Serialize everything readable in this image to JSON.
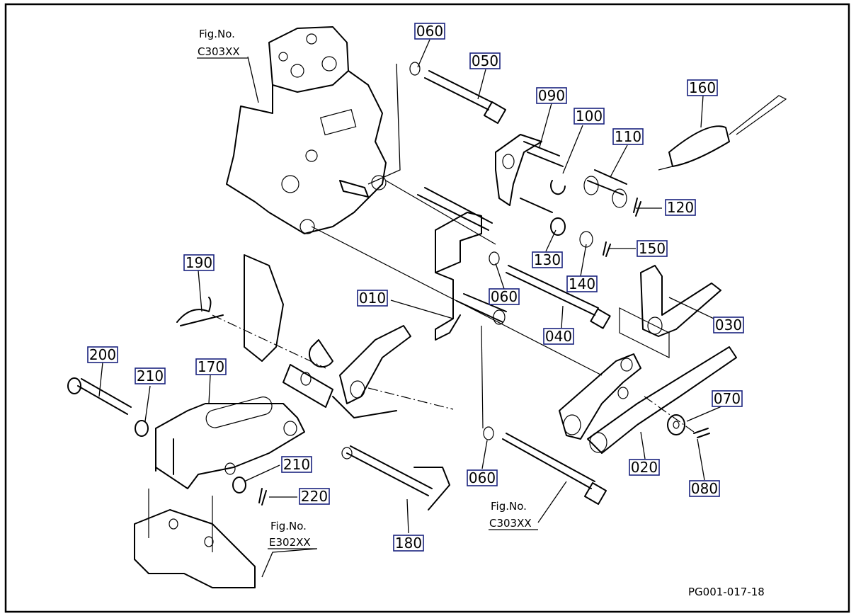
{
  "diagram": {
    "drawing_code": "PG001-017-18",
    "figure_refs": [
      {
        "line1": "Fig.No.",
        "line2": "C303XX"
      },
      {
        "line1": "Fig.No.",
        "line2": "C303XX"
      },
      {
        "line1": "Fig.No.",
        "line2": "E302XX"
      }
    ],
    "callouts": [
      "060",
      "050",
      "090",
      "100",
      "160",
      "110",
      "120",
      "130",
      "150",
      "140",
      "060",
      "190",
      "010",
      "040",
      "030",
      "200",
      "210",
      "170",
      "070",
      "210",
      "220",
      "060",
      "020",
      "080",
      "180",
      "060"
    ]
  }
}
